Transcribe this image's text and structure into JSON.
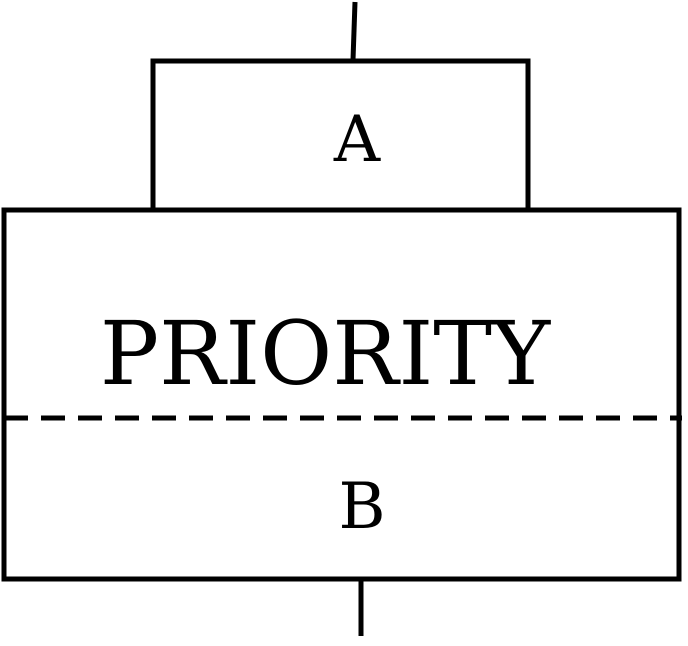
{
  "diagram": {
    "type": "priority-block",
    "top_box_label": "A",
    "main_label": "PRIORITY",
    "bottom_section_label": "B",
    "line_color": "#000000",
    "background_color": "#ffffff"
  }
}
